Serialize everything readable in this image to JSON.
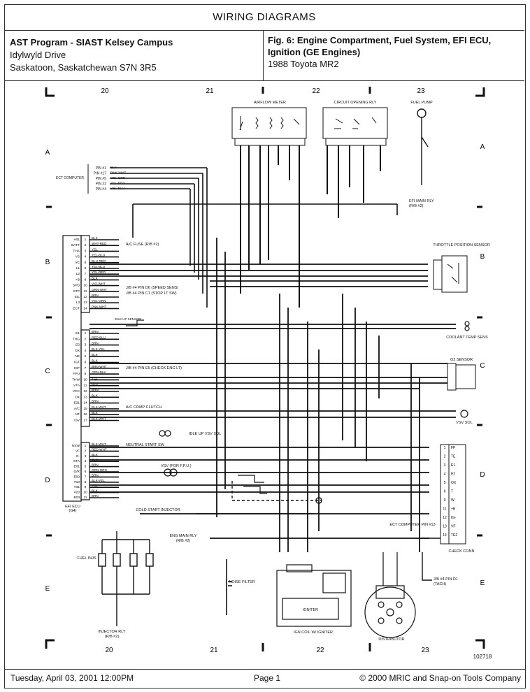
{
  "page": {
    "title": "WIRING DIAGRAMS",
    "org_line1": "AST Program - SIAST Kelsey Campus",
    "org_line2": "Idylwyld Drive",
    "org_line3": "Saskatoon, Saskatchewan S7N 3R5",
    "fig_title": "Fig. 6: Engine Compartment, Fuel System, EFI ECU, Ignition (GE Engines)",
    "fig_title_l1": "Fig. 6:  Engine Compartment, Fuel System, EFI ECU,",
    "fig_title_l2": "Ignition (GE Engines)",
    "vehicle": "1988 Toyota MR2"
  },
  "grid": {
    "columns": [
      "20",
      "21",
      "22",
      "23"
    ],
    "rows": [
      "A",
      "B",
      "C",
      "D",
      "E"
    ]
  },
  "diagram": {
    "components": {
      "airflow_meter": "AIRFLOW METER",
      "circuit_opening_rly": "CIRCUIT OPENING RLY",
      "fuel_pump": "FUEL PUMP",
      "ect_computer": "ECT COMPUTER",
      "efi_main_rly": "EFI MAIN RLY",
      "efi_main_rly_ref": "(R/B #2)",
      "throttle_position_sensor": "THROTTLE POSITION SENSOR",
      "coolant_temp_sens": "COOLANT TEMP SENS",
      "o2_sensor": "O2 SENSOR",
      "vsv_sol": "VSV SOL",
      "efi_ecu": "EFI ECU",
      "efi_ecu_ref": "(G4)",
      "cold_start_injector": "COLD START INJECTOR",
      "eng_main_rly": "ENG MAIN RLY",
      "eng_main_rly_ref": "(R/B #2)",
      "fuel_injs": "FUEL INJS",
      "injector_rly": "INJECTOR RLY",
      "injector_rly_ref": "(R/B #2)",
      "noise_filter": "NOISE FILTER",
      "ign_coil_igniter": "IGN COIL W/ IGNITER",
      "igniter": "IGNITER",
      "distributor": "DISTRIBUTOR",
      "check_conn": "CHECK CONN",
      "ect_computer_pin": "ECT COMPUTER PIN #13",
      "jb4": "J/B #4 PIN D1",
      "jb4_ref": "(TACH)",
      "idle_up_vsv": "IDLE UP VSV SOL",
      "vsv_fpu": "VSV (FOR F.P.U.)",
      "ac_comp_clutch": "A/C COMP CLUTCH",
      "neutral_start_sw": "NEUTRAL START SW",
      "idle_up_sensor": "IDLE UP SENSOR"
    },
    "ect_pins": [
      {
        "pin": "PIN #1",
        "color": "BLK"
      },
      {
        "pin": "PIN #17",
        "color": "PNK-WHT"
      },
      {
        "pin": "PIN #5",
        "color": "YEL-GRN"
      },
      {
        "pin": "PIN #2",
        "color": "YEL-RED"
      },
      {
        "pin": "PIN #4",
        "color": "YEL-BLU"
      }
    ],
    "ecu_terminals_upper": [
      {
        "term": "+B1",
        "n": "1",
        "wire": "BLK"
      },
      {
        "term": "BATT",
        "n": "2",
        "wire": "WHT-RED"
      },
      {
        "term": "THA",
        "n": "3",
        "wire": "YEL"
      },
      {
        "term": "VS",
        "n": "4",
        "wire": "YEL-BLU"
      },
      {
        "term": "VC",
        "n": "5",
        "wire": "BLU-RED"
      },
      {
        "term": "L1",
        "n": "6",
        "wire": "YEL-BLU"
      },
      {
        "term": "L2",
        "n": "7",
        "wire": "YEL-RED"
      },
      {
        "term": "+B",
        "n": "8",
        "wire": "BLK"
      },
      {
        "term": "SPD",
        "n": "10",
        "wire": "VIO-WHT"
      },
      {
        "term": "STP",
        "n": "11",
        "wire": "GRN-WHT"
      },
      {
        "term": "IDL",
        "n": "12",
        "wire": "BRN"
      },
      {
        "term": "L3",
        "n": "13",
        "wire": "YEL-GRN"
      },
      {
        "term": "ECT",
        "n": "14",
        "wire": "PNK-WHT"
      }
    ],
    "ecu_terminals_mid": [
      {
        "term": "E1",
        "n": "1",
        "wire": "BRN"
      },
      {
        "term": "THG",
        "n": "2",
        "wire": "RED-BLU"
      },
      {
        "term": "E2",
        "n": "3",
        "wire": "BRN"
      },
      {
        "term": "OX",
        "n": "4",
        "wire": "BLK-YEL"
      },
      {
        "term": "NE",
        "n": "5",
        "wire": "BLK"
      },
      {
        "term": "IGT",
        "n": "6",
        "wire": "BLK"
      },
      {
        "term": "IGF",
        "n": "7",
        "wire": "BRN-WHT"
      },
      {
        "term": "FPU",
        "n": "8",
        "wire": "GRN-BLK"
      },
      {
        "term": "THW",
        "n": "10",
        "wire": "YEL"
      },
      {
        "term": "VTA",
        "n": "11",
        "wire": "BLU"
      },
      {
        "term": "VCC",
        "n": "12",
        "wire": "BRN"
      },
      {
        "term": "OX",
        "n": "13",
        "wire": "BLK"
      },
      {
        "term": "E21",
        "n": "14",
        "wire": "BRN"
      },
      {
        "term": "A/C",
        "n": "15",
        "wire": "BLK-WHT"
      },
      {
        "term": "NT",
        "n": "16",
        "wire": "BLK"
      },
      {
        "term": "ISV",
        "n": "17",
        "wire": "BLK-WHT"
      }
    ],
    "ecu_terminals_lower": [
      {
        "term": "NSW",
        "n": "1",
        "wire": "BLK-WHT"
      },
      {
        "term": "VF",
        "n": "2",
        "wire": "RED-WHT"
      },
      {
        "term": "G-",
        "n": "3",
        "wire": "BLK"
      },
      {
        "term": "STA",
        "n": "4",
        "wire": "BLU"
      },
      {
        "term": "E01",
        "n": "5",
        "wire": "BRN"
      },
      {
        "term": "G/R",
        "n": "6",
        "wire": "GRN-ORG"
      },
      {
        "term": "E02",
        "n": "7",
        "wire": "BRN"
      },
      {
        "term": "#10",
        "n": "8",
        "wire": "BLK-YEL"
      },
      {
        "term": "+B1",
        "n": "9",
        "wire": "YEL"
      },
      {
        "term": "#20",
        "n": "10",
        "wire": "BLK"
      },
      {
        "term": "E03",
        "n": "11",
        "wire": "BRN"
      }
    ],
    "notes": {
      "ac_fuse": "A/C FUSE (R/B #2)",
      "jb4_spd": "J/B #4 PIN D6 (SPEED SENS)",
      "jb4_stp": "J/B #4 PIN C1 (STOP LT SW)",
      "jb4_check": "J/B #4 PIN E5 (CHECK ENG LT)"
    },
    "check_conn_pins": [
      {
        "n": "1",
        "label": "FP"
      },
      {
        "n": "2",
        "label": "TE"
      },
      {
        "n": "3",
        "label": "E1"
      },
      {
        "n": "4",
        "label": "E2"
      },
      {
        "n": "5",
        "label": "OX"
      },
      {
        "n": "6",
        "label": "T"
      },
      {
        "n": "9",
        "label": "W"
      },
      {
        "n": "11",
        "label": "+B"
      },
      {
        "n": "12",
        "label": "IG-"
      },
      {
        "n": "13",
        "label": "VF"
      },
      {
        "n": "14",
        "label": "TE2"
      }
    ],
    "part_number": "102718"
  },
  "footer": {
    "datetime": "Tuesday, April 03, 2001  12:00PM",
    "page": "Page 1",
    "copyright": "© 2000 MRIC and Snap-on Tools Company"
  }
}
